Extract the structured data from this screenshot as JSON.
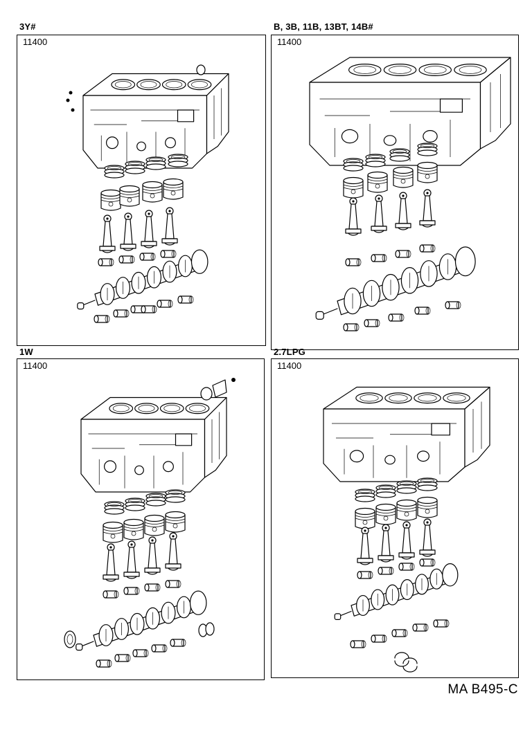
{
  "panels": [
    {
      "variant": "3Y#",
      "part_number": "11400"
    },
    {
      "variant": "B, 3B, 11B, 13BT, 14B#",
      "part_number": "11400"
    },
    {
      "variant": "1W",
      "part_number": "11400"
    },
    {
      "variant": "2.7LPG",
      "part_number": "11400"
    }
  ],
  "diagram_id": "MA B495-C"
}
